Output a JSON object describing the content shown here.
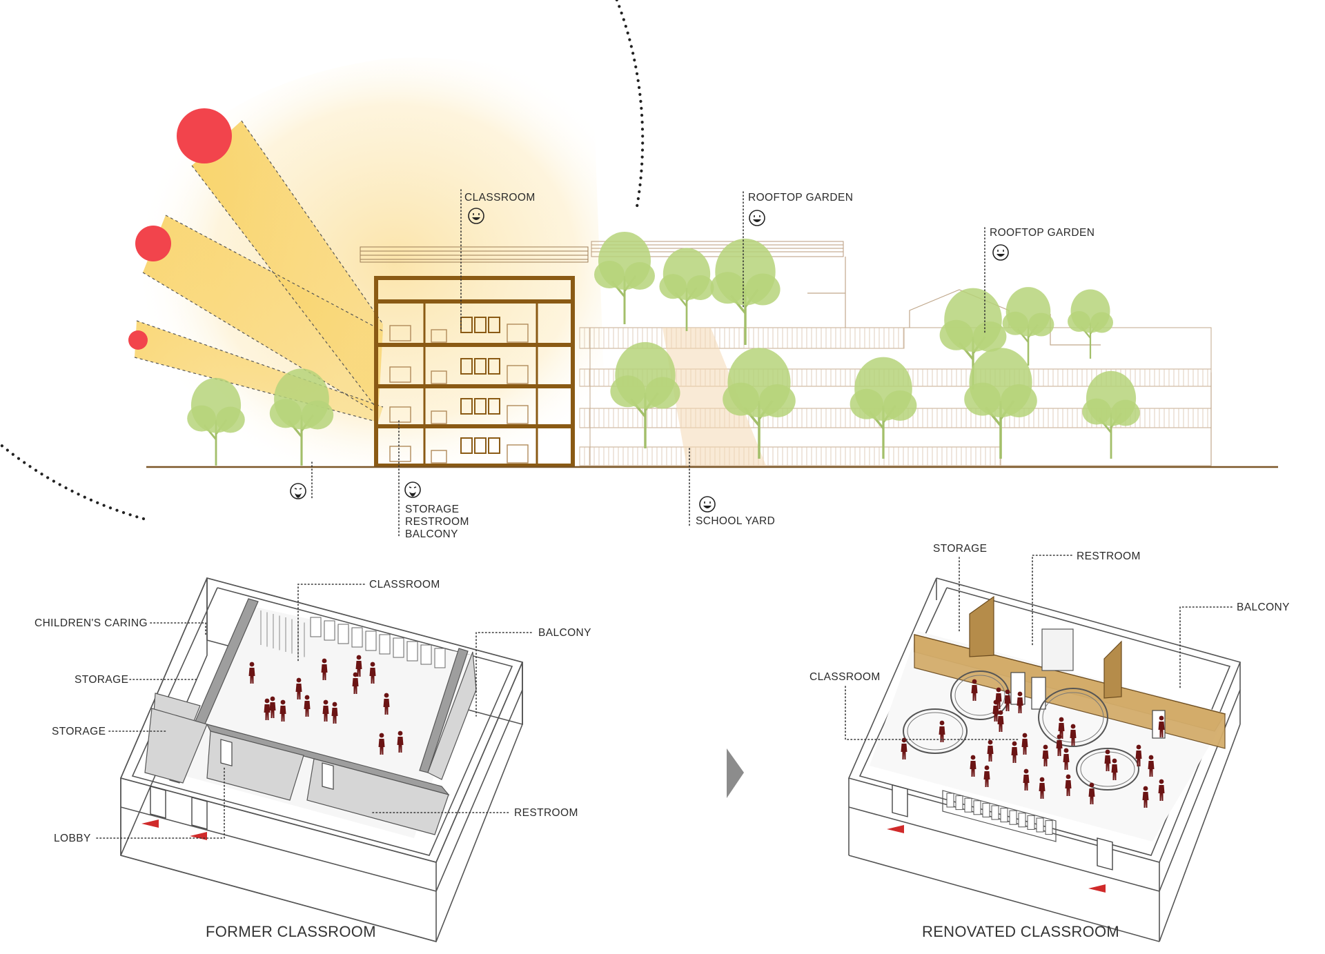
{
  "labels": {
    "section_classroom": "CLASSROOM",
    "rooftop_garden_1": "ROOFTOP GARDEN",
    "rooftop_garden_2": "ROOFTOP GARDEN",
    "storage": "STORAGE",
    "restroom": "RESTROOM",
    "balcony": "BALCONY",
    "school_yard": "SCHOOL YARD"
  },
  "former": {
    "caption": "FORMER CLASSROOM",
    "classroom": "CLASSROOM",
    "childrens_caring": "CHILDREN'S CARING",
    "balcony": "BALCONY",
    "storage_1": "STORAGE",
    "storage_2": "STORAGE",
    "restroom": "RESTROOM",
    "lobby": "LOBBY"
  },
  "renovated": {
    "caption": "RENOVATED CLASSROOM",
    "storage": "STORAGE",
    "restroom": "RESTROOM",
    "balcony": "BALCONY",
    "classroom": "CLASSROOM"
  },
  "colors": {
    "sun": "#f2444c",
    "sunlight": "#f7c850",
    "frame": "#8a5a14",
    "tree": "#b6d47a",
    "people": "#6b1414",
    "renovated_wall": "#c9a15c",
    "arrow_grey": "#8c8c8c",
    "entry_red": "#d02a2a"
  },
  "icons": [
    "sun-icon",
    "happy-face-icon",
    "sad-face-icon",
    "next-arrow-icon"
  ]
}
